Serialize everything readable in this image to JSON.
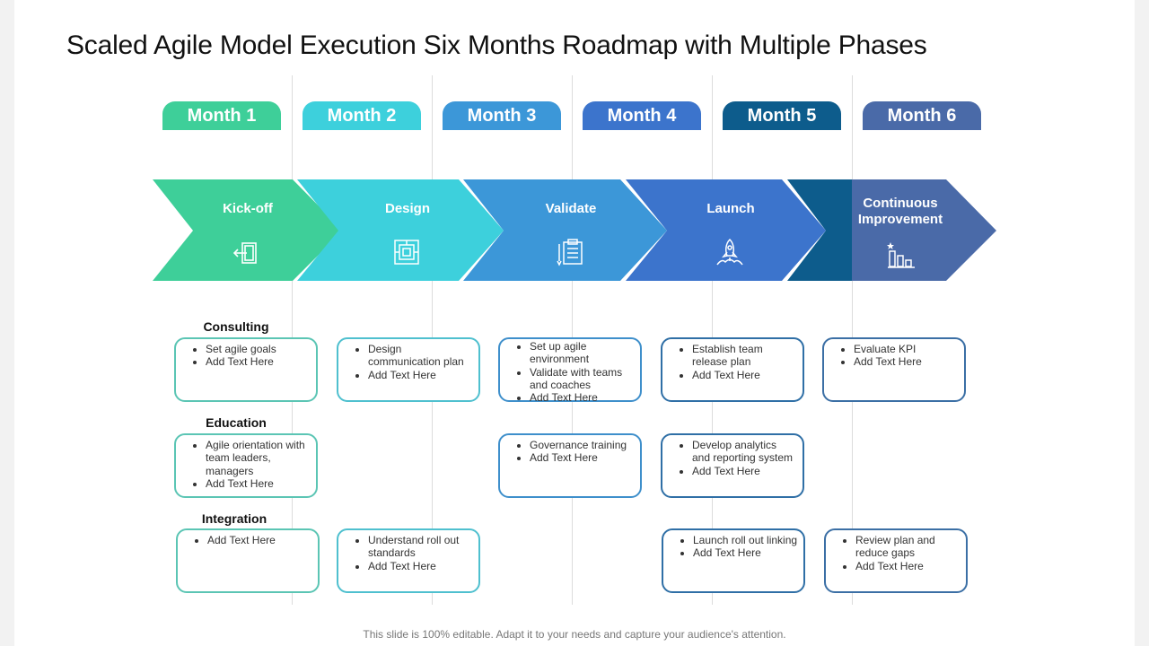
{
  "title": "Scaled Agile Model Execution Six Months Roadmap with Multiple Phases",
  "months": [
    "Month 1",
    "Month 2",
    "Month 3",
    "Month 4",
    "Month 5",
    "Month 6"
  ],
  "phases": [
    "Kick-off",
    "Design",
    "Validate",
    "Launch",
    "Continuous Improvement"
  ],
  "phase_icons": [
    "exit-icon",
    "blueprint-icon",
    "clipboard-icon",
    "rocket-icon",
    "growth-chart-icon"
  ],
  "row_labels": [
    "Consulting",
    "Education",
    "Integration"
  ],
  "cards": {
    "consulting": [
      [
        "Set agile goals",
        "Add Text Here"
      ],
      [
        "Design communication plan",
        "Add Text Here"
      ],
      [
        "Set up agile environment",
        "Validate with teams and coaches",
        "Add Text Here"
      ],
      [
        "Establish team release plan",
        "Add Text Here"
      ],
      [
        "Evaluate KPI",
        "Add Text Here"
      ]
    ],
    "education": [
      [
        "Agile orientation with team leaders, managers",
        "Add Text Here"
      ],
      [
        "Governance training",
        "Add Text Here"
      ],
      [
        "Develop analytics and reporting system",
        "Add Text Here"
      ]
    ],
    "integration": [
      [
        "Add Text Here"
      ],
      [
        "Understand roll out standards",
        "Add Text Here"
      ],
      [
        "Launch roll out linking",
        "Add Text Here"
      ],
      [
        "Review plan and reduce gaps",
        "Add Text Here"
      ]
    ]
  },
  "colors": {
    "month": [
      "#3ecf99",
      "#3dd0dc",
      "#3c97d8",
      "#3c74cc",
      "#0d5c8c",
      "#4a6aa8"
    ],
    "phase": [
      "#3ecf99",
      "#3dd0dc",
      "#3c97d8",
      "#3c74cc",
      "#0d5c8c",
      "#4a6aa8"
    ],
    "card_border": [
      "#5bc5b4",
      "#4fc0cf",
      "#3e8fcb",
      "#2f6fa6",
      "#3b6fa5"
    ]
  },
  "footer": "This slide is 100% editable. Adapt it to your needs and capture your audience's attention."
}
